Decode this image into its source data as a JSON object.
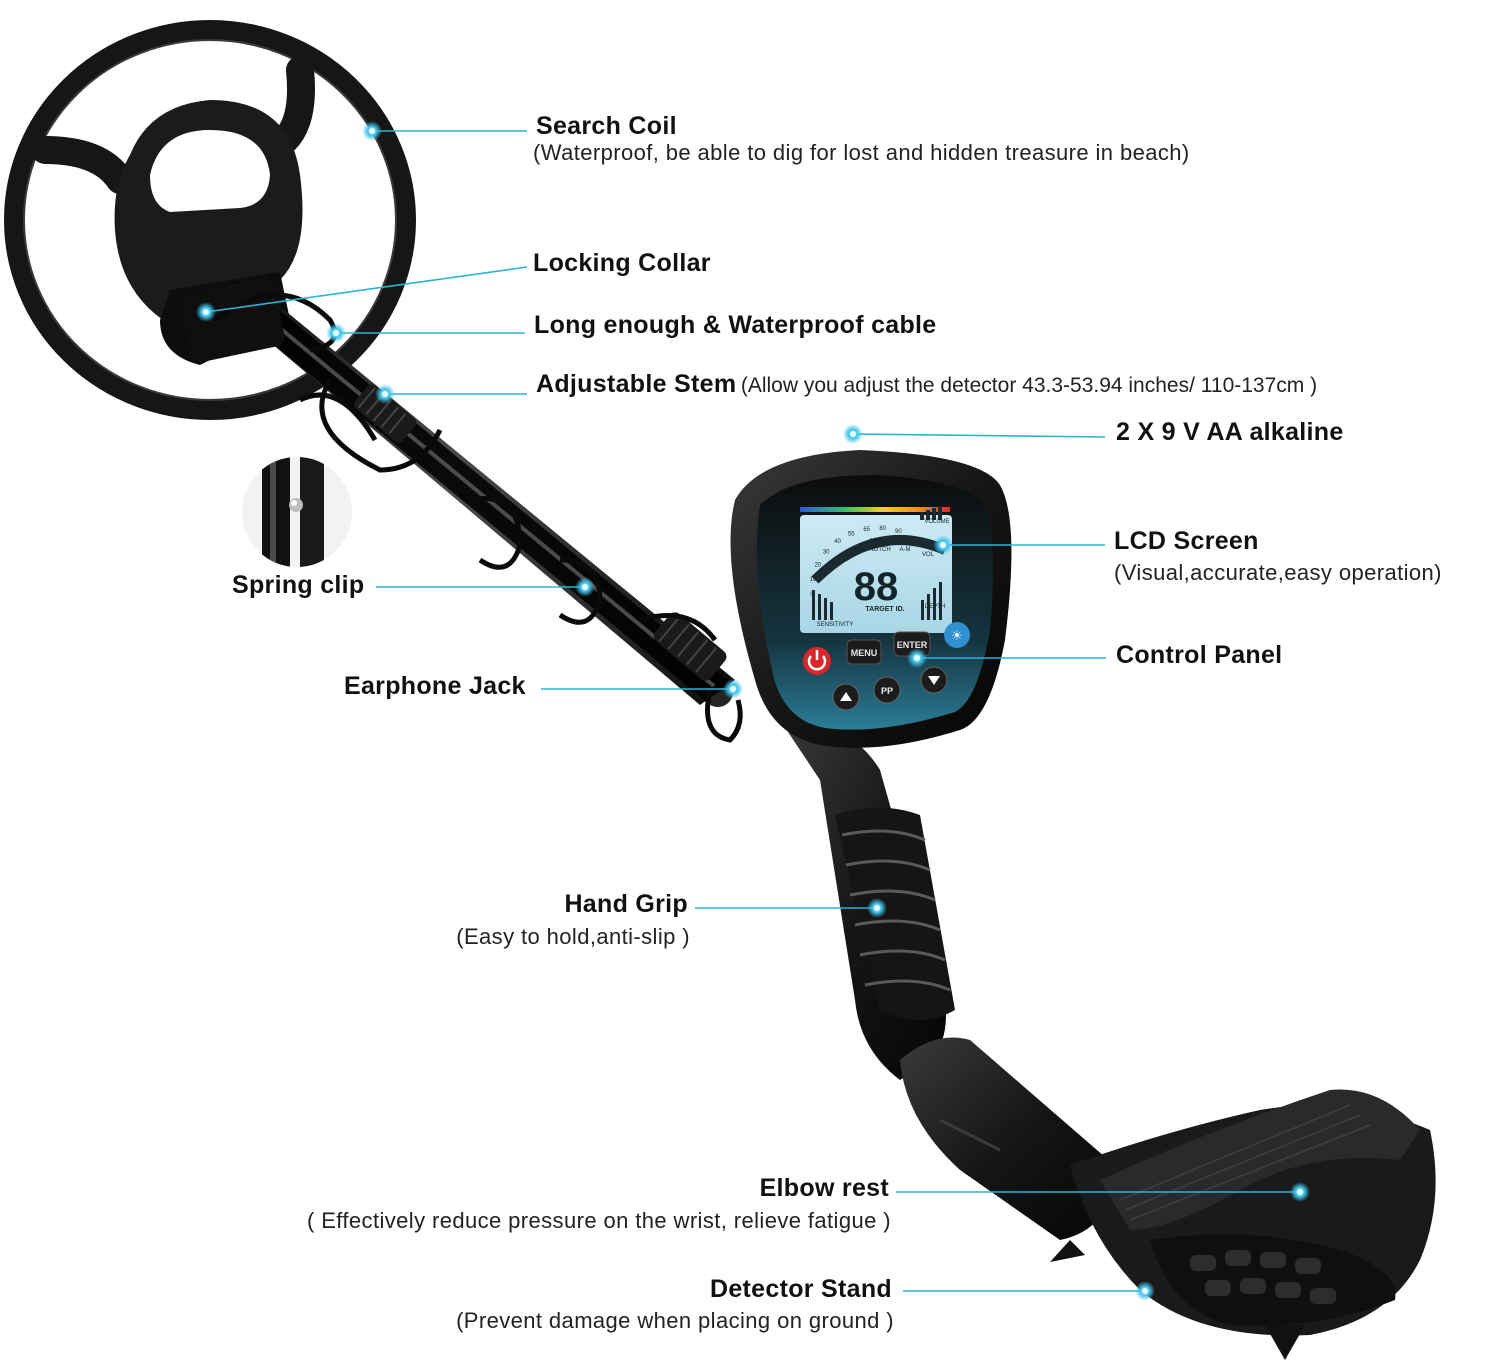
{
  "colors": {
    "leader_line": "#2bb3d9",
    "body": "#141414",
    "lcd": "#bfe3ef",
    "panel_blue": "#1f6f8a",
    "power_red": "#d8262b"
  },
  "device": {
    "lcd": {
      "digits": "88",
      "target_id": "TARGET ID.",
      "sensitivity": "SENSITIVITY",
      "depth": "DEPTH",
      "volume": "VOLUME",
      "menu": "MENU",
      "notch": "NOTCH",
      "vol": "VOL",
      "am": "A-M",
      "scale": [
        "0",
        "10",
        "20",
        "30",
        "40",
        "55",
        "65",
        "80",
        "90"
      ]
    },
    "buttons": {
      "menu": "MENU",
      "enter": "ENTER",
      "pp": "PP"
    }
  },
  "labels": {
    "search_coil": {
      "title": "Search Coil",
      "sub": "(Waterproof, be able to dig for lost and hidden treasure in beach)"
    },
    "locking_collar": {
      "title": "Locking Collar"
    },
    "cable": {
      "title": "Long enough & Waterproof cable"
    },
    "stem": {
      "title": "Adjustable Stem",
      "sub": "(Allow you adjust the detector 43.3-53.94 inches/ 110-137cm )"
    },
    "battery": {
      "title": "2 X 9 V AA alkaline"
    },
    "lcd_screen": {
      "title": "LCD Screen",
      "sub": "(Visual,accurate,easy operation)"
    },
    "spring_clip": {
      "title": "Spring clip"
    },
    "control_panel": {
      "title": "Control Panel"
    },
    "earphone_jack": {
      "title": "Earphone Jack"
    },
    "hand_grip": {
      "title": "Hand Grip",
      "sub": "(Easy to hold,anti-slip )"
    },
    "elbow_rest": {
      "title": "Elbow rest",
      "sub": "( Effectively reduce pressure on the wrist, relieve fatigue )"
    },
    "detector_stand": {
      "title": "Detector Stand",
      "sub": "(Prevent damage when placing on ground )"
    }
  }
}
